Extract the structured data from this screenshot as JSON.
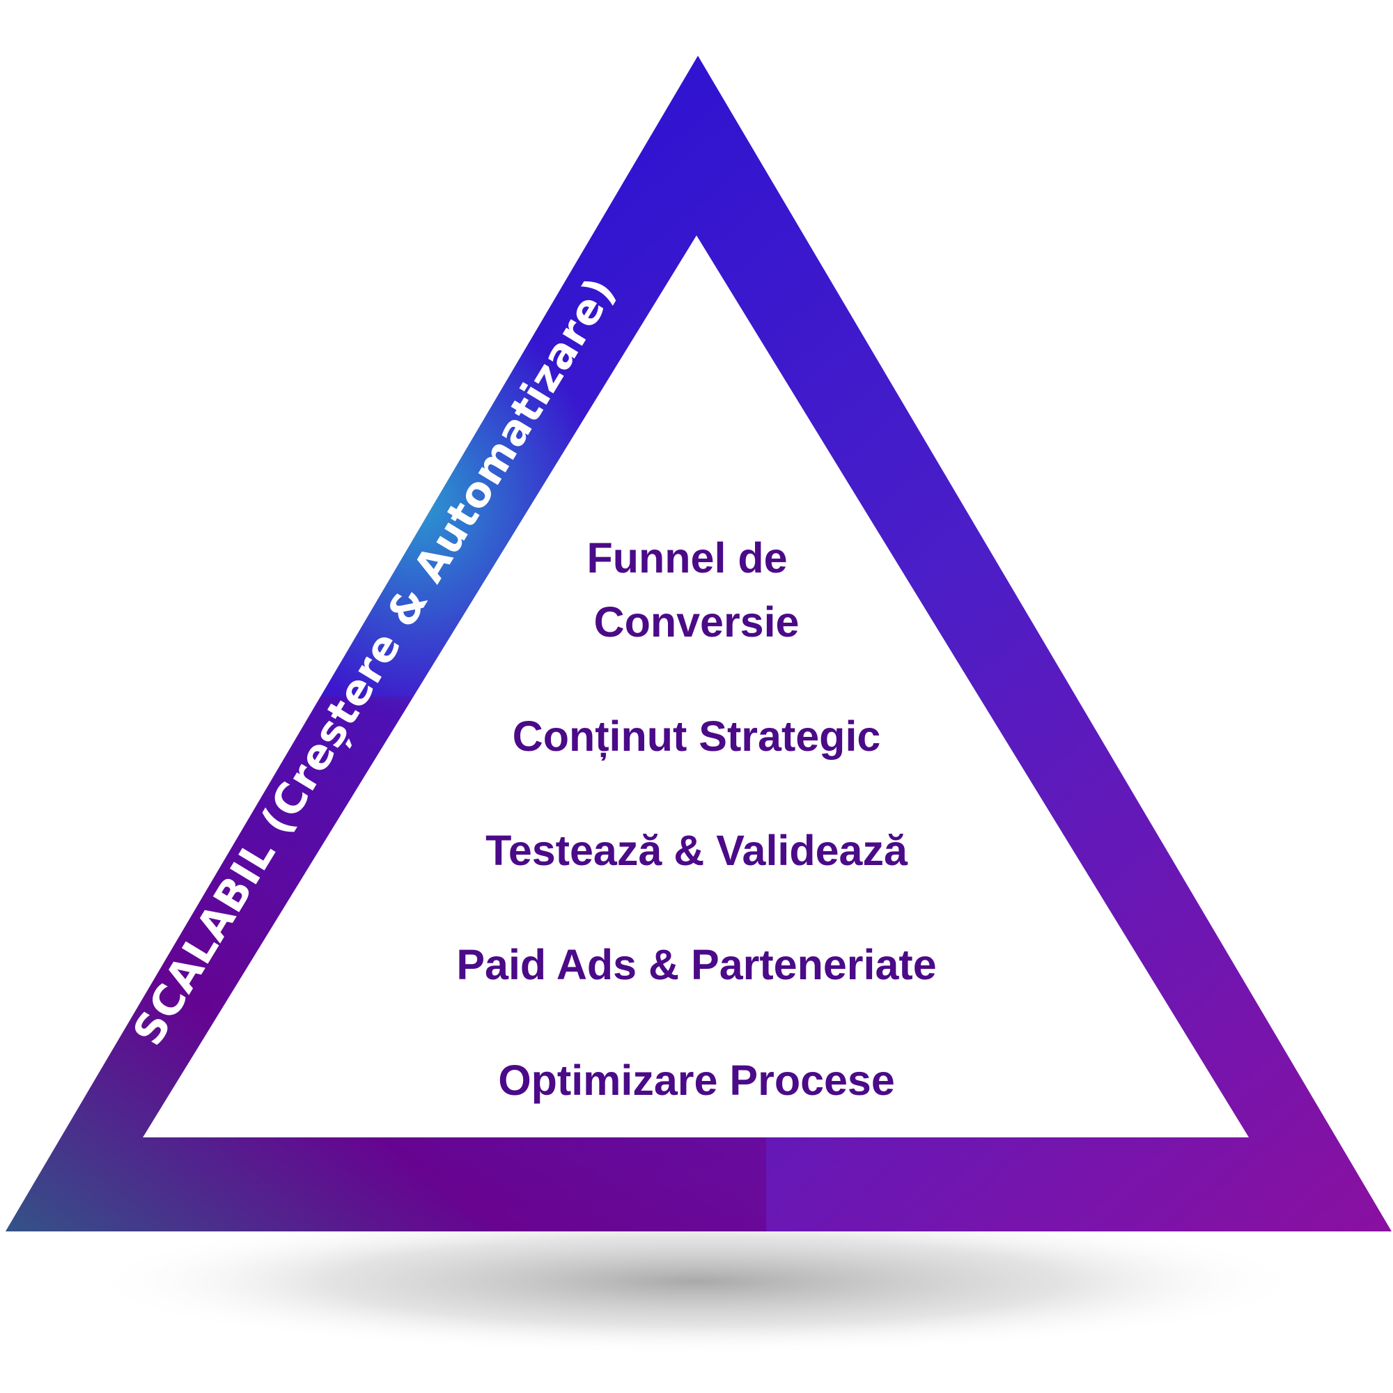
{
  "diagram": {
    "side_label": "SCALABIL (Creștere & Automatizare)",
    "layers": [
      {
        "lines": [
          "Funnel de",
          "Conversie"
        ]
      },
      {
        "lines": [
          "Conținut Strategic"
        ]
      },
      {
        "lines": [
          "Testează & Validează"
        ]
      },
      {
        "lines": [
          "Paid Ads & Parteneriate"
        ]
      },
      {
        "lines": [
          "Optimizare Procese"
        ]
      }
    ]
  },
  "colors": {
    "text": "#4b0a88",
    "side_text": "#ffffff",
    "gradient_top": "#1a0bd8",
    "gradient_left": "#2a8fc8",
    "gradient_bottom_left": "#2f5a86",
    "gradient_bottom": "#6a0088",
    "gradient_bottom_right": "#8a10a0",
    "divider_start": "#2e6db0",
    "divider_end": "#b060d0"
  }
}
